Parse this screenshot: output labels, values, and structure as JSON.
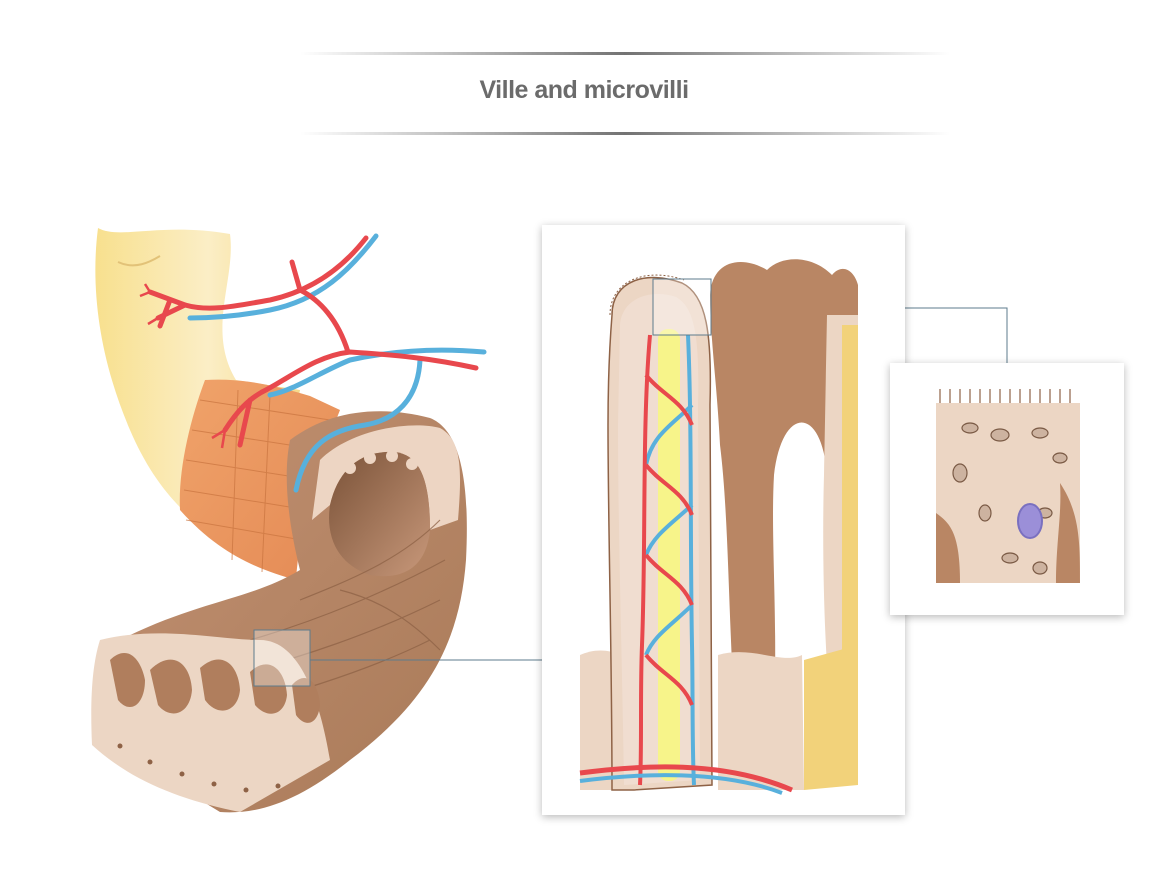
{
  "title": "Ville and microvilli",
  "colors": {
    "artery": "#e8484d",
    "vein": "#58b0dc",
    "lacteal": "#f7f48a",
    "serosa": "#f7dc96",
    "muscle": "#ef9a5e",
    "mucosa": "#b98664",
    "epithelium": "#ecd6c4",
    "nucleus": "#9b8fd8",
    "frame": "#5d7b8c"
  },
  "icons": [
    "intestine-segment",
    "villus-section",
    "enterocyte-cell"
  ]
}
